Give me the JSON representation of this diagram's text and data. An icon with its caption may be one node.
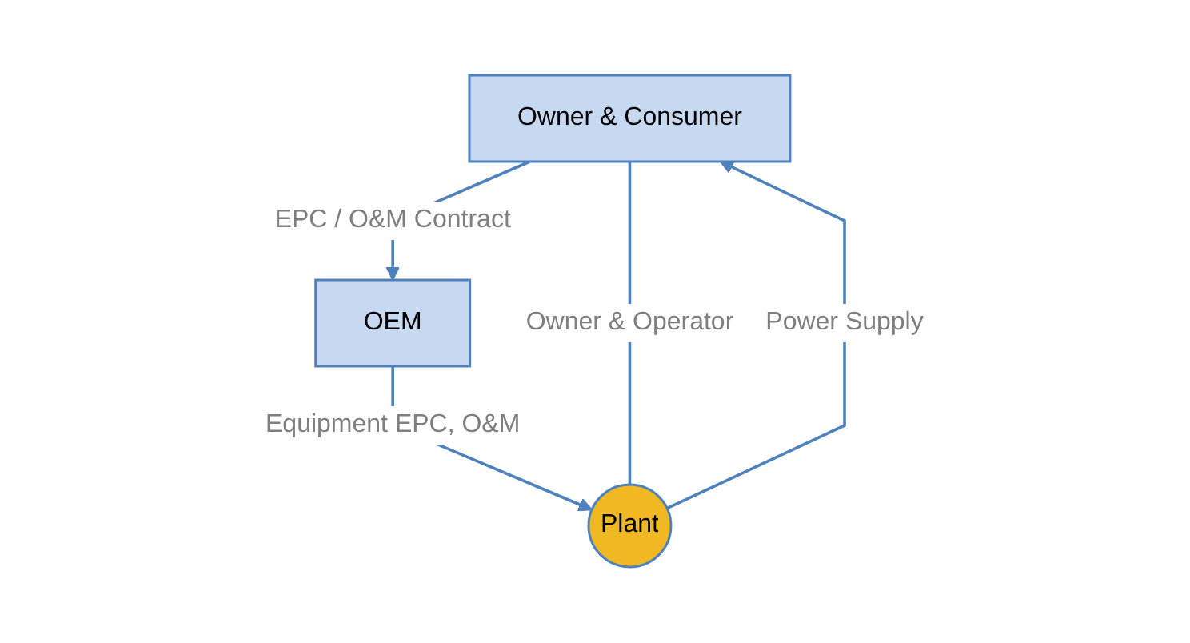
{
  "diagram": {
    "nodes": [
      {
        "text": [
          "Owner & Consumer"
        ]
      },
      {
        "text": [
          "OEM"
        ]
      },
      {
        "text": [
          "Plant"
        ]
      }
    ],
    "edges": [
      {
        "from": 0,
        "to": 1,
        "arrow": "to",
        "label": "EPC / O&M Contract"
      },
      {
        "from": 1,
        "to": 2,
        "arrow": "to",
        "label": "Equipment EPC, O&M"
      },
      {
        "from": 0,
        "to": 2,
        "arrow": "none",
        "label": "Owner & Operator"
      },
      {
        "from": 2,
        "to": 0,
        "arrow": "to",
        "label": "Power Supply"
      }
    ]
  }
}
